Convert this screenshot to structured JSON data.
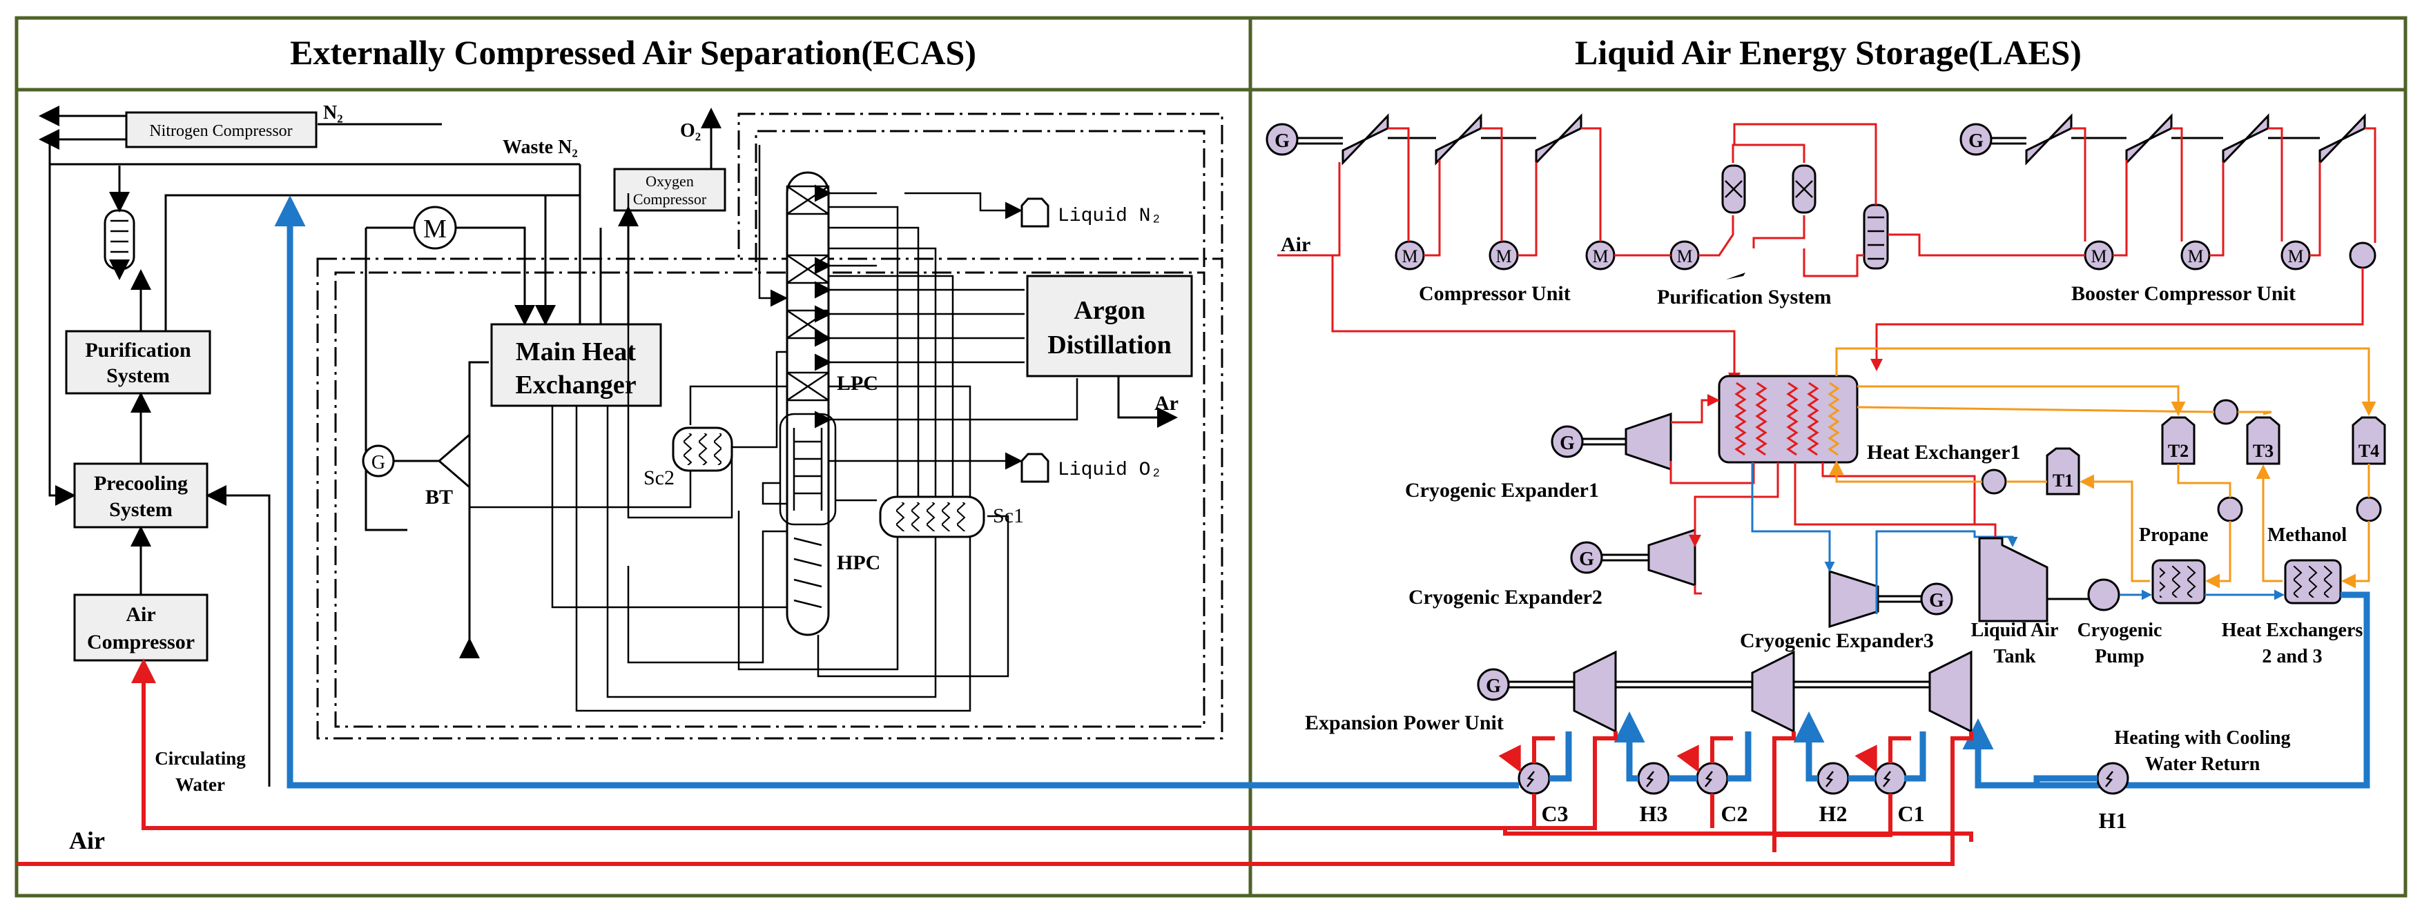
{
  "panels": {
    "left_title": "Externally Compressed Air Separation(ECAS)",
    "right_title": "Liquid Air Energy Storage(LAES)"
  },
  "ecas": {
    "nitrogen_compressor": "Nitrogen Compressor",
    "n2": "N₂",
    "waste_n2": "Waste N₂",
    "o2": "O₂",
    "oxygen_compressor_1": "Oxygen",
    "oxygen_compressor_2": "Compressor",
    "liquid_n2": "Liquid N₂",
    "liquid_o2": "Liquid O₂",
    "argon_distillation_1": "Argon",
    "argon_distillation_2": "Distillation",
    "ar": "Ar",
    "main_hx_1": "Main Heat",
    "main_hx_2": "Exchanger",
    "lpc": "LPC",
    "hpc": "HPC",
    "sc1": "Sc1",
    "sc2": "Sc2",
    "bt": "BT",
    "generator": "G",
    "motor": "M",
    "purification_1": "Purification",
    "purification_2": "System",
    "precooling_1": "Precooling",
    "precooling_2": "System",
    "air_compressor_1": "Air",
    "air_compressor_2": "Compressor",
    "circulating_water_1": "Circulating",
    "circulating_water_2": "Water",
    "air": "Air"
  },
  "laes": {
    "air": "Air",
    "generator": "G",
    "motor": "M",
    "compressor_unit": "Compressor Unit",
    "purification_system": "Purification System",
    "booster_compressor_unit": "Booster Compressor Unit",
    "heat_exchanger1": "Heat Exchanger1",
    "cryogenic_expander1": "Cryogenic Expander1",
    "cryogenic_expander2": "Cryogenic Expander2",
    "cryogenic_expander3": "Cryogenic Expander3",
    "liquid_air_tank_1": "Liquid Air",
    "liquid_air_tank_2": "Tank",
    "cryogenic_pump_1": "Cryogenic",
    "cryogenic_pump_2": "Pump",
    "propane": "Propane",
    "methanol": "Methanol",
    "heat_exchangers_23_1": "Heat Exchangers",
    "heat_exchangers_23_2": "2 and 3",
    "t1": "T1",
    "t2": "T2",
    "t3": "T3",
    "t4": "T4",
    "expansion_power_unit": "Expansion Power Unit",
    "heating_1": "Heating with Cooling",
    "heating_2": "Water Return",
    "c1": "C1",
    "c2": "C2",
    "c3": "C3",
    "h1": "H1",
    "h2": "H2",
    "h3": "H3"
  },
  "colors": {
    "border_green": "#4f6228",
    "air_red": "#e41a1c",
    "water_blue": "#1f78c8",
    "refrigerant_orange": "#f59a1a",
    "equipment_fill": "#cdbfdd"
  }
}
